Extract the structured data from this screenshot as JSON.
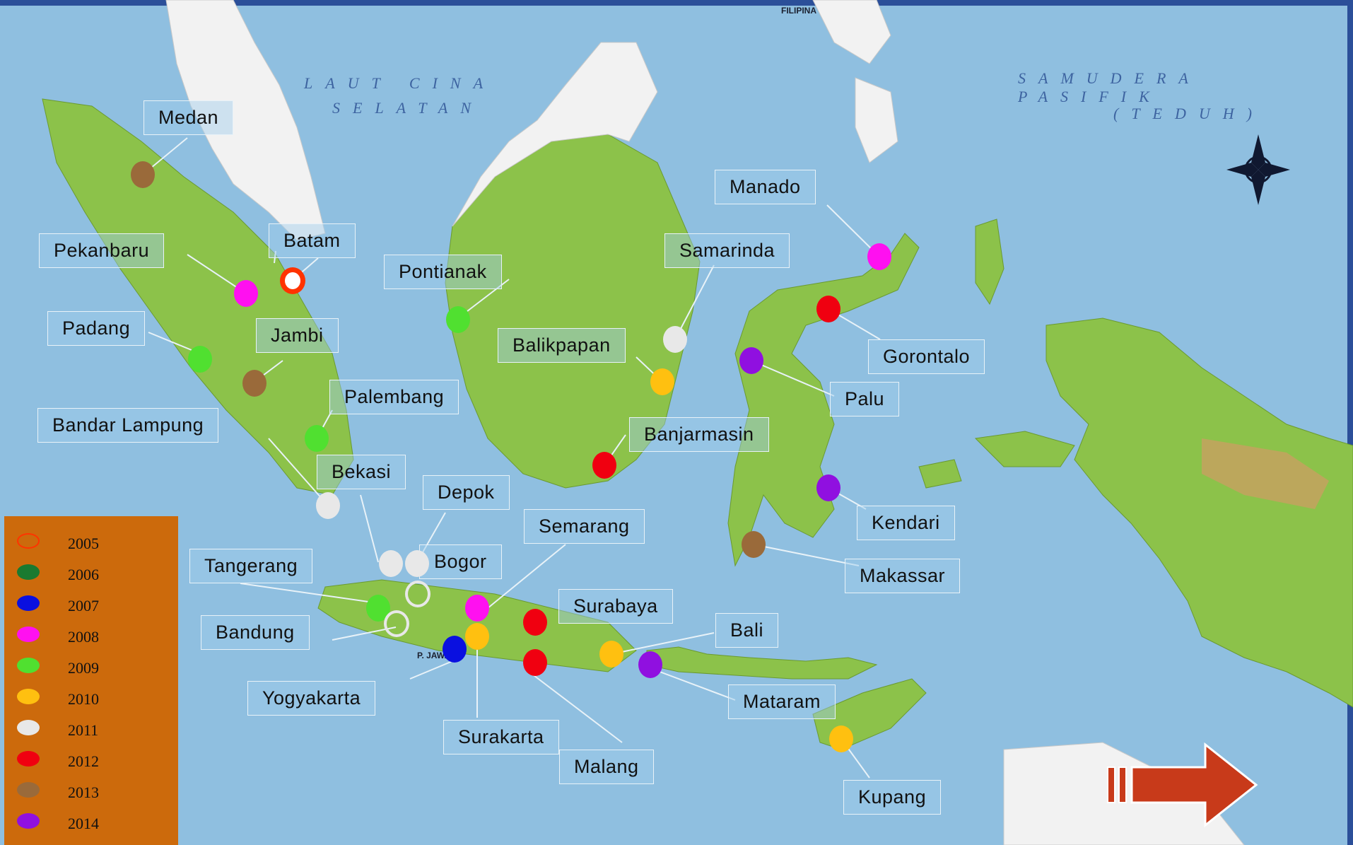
{
  "map": {
    "sea_labels": {
      "laut_cina": "LAUT CINA",
      "selatan": "SELATAN",
      "samudera": "SAMUDERA PASIFIK",
      "teduh": "(TEDUH)",
      "filipina": "FILIPINA",
      "jawa": "P. JAWA"
    },
    "colors": {
      "sea": "#8fbfe0",
      "land": "#8cc24a",
      "neighbor": "#f2f2f2",
      "mountain": "#c8a060",
      "legend_bg": "#cc6a0c",
      "arrow": "#c83a1a"
    }
  },
  "legend": [
    {
      "year": "2005",
      "color": "#ff3300",
      "ring": true
    },
    {
      "year": "2006",
      "color": "#1a7a30"
    },
    {
      "year": "2007",
      "color": "#0a10e0"
    },
    {
      "year": "2008",
      "color": "#ff10f0"
    },
    {
      "year": "2009",
      "color": "#50e030"
    },
    {
      "year": "2010",
      "color": "#ffc010"
    },
    {
      "year": "2011",
      "color": "#e8e8e8"
    },
    {
      "year": "2012",
      "color": "#f00010"
    },
    {
      "year": "2013",
      "color": "#9a6a3a"
    },
    {
      "year": "2014",
      "color": "#9010e0"
    }
  ],
  "cities": [
    {
      "name": "Medan",
      "year": "2013"
    },
    {
      "name": "Pekanbaru",
      "year": "2008"
    },
    {
      "name": "Batam",
      "year": "2005"
    },
    {
      "name": "Padang",
      "year": "2009"
    },
    {
      "name": "Jambi",
      "year": "2013"
    },
    {
      "name": "Palembang",
      "year": "2009"
    },
    {
      "name": "Bandar Lampung",
      "year": "2011"
    },
    {
      "name": "Bekasi",
      "year": "2011"
    },
    {
      "name": "Depok",
      "year": "2011"
    },
    {
      "name": "Bogor",
      "year": "2011"
    },
    {
      "name": "Tangerang",
      "year": "2009"
    },
    {
      "name": "Bandung",
      "year": "2011"
    },
    {
      "name": "Yogyakarta",
      "year": "2007"
    },
    {
      "name": "Surakarta",
      "year": "2010"
    },
    {
      "name": "Semarang",
      "year": "2008"
    },
    {
      "name": "Surabaya",
      "year": "2012"
    },
    {
      "name": "Malang",
      "year": "2012"
    },
    {
      "name": "Bali",
      "year": "2010"
    },
    {
      "name": "Mataram",
      "year": "2014"
    },
    {
      "name": "Kupang",
      "year": "2010"
    },
    {
      "name": "Pontianak",
      "year": "2009"
    },
    {
      "name": "Balikpapan",
      "year": "2010"
    },
    {
      "name": "Samarinda",
      "year": "2011"
    },
    {
      "name": "Banjarmasin",
      "year": "2012"
    },
    {
      "name": "Manado",
      "year": "2008"
    },
    {
      "name": "Gorontalo",
      "year": "2012"
    },
    {
      "name": "Palu",
      "year": "2014"
    },
    {
      "name": "Kendari",
      "year": "2014"
    },
    {
      "name": "Makassar",
      "year": "2013"
    }
  ]
}
